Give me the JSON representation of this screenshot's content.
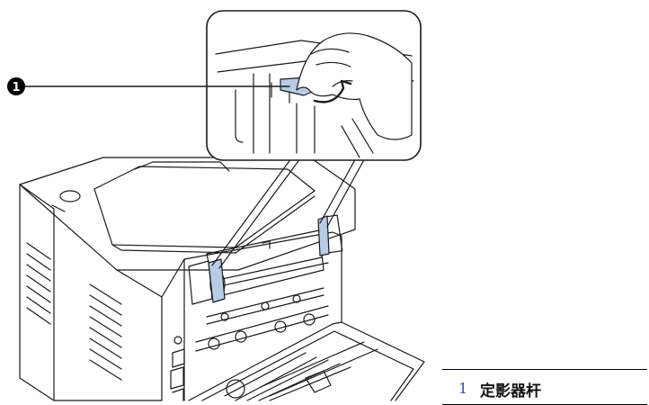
{
  "figure": {
    "callouts": [
      {
        "number": "1",
        "name": "定影器杆"
      }
    ]
  },
  "legend": {
    "items": [
      {
        "number": "1",
        "label": "定影器杆"
      }
    ]
  },
  "colors": {
    "lever_highlight": "#b7cde6",
    "line": "#1a1a1a",
    "callout_badge": "#000000",
    "legend_number": "#3a4aa0"
  }
}
